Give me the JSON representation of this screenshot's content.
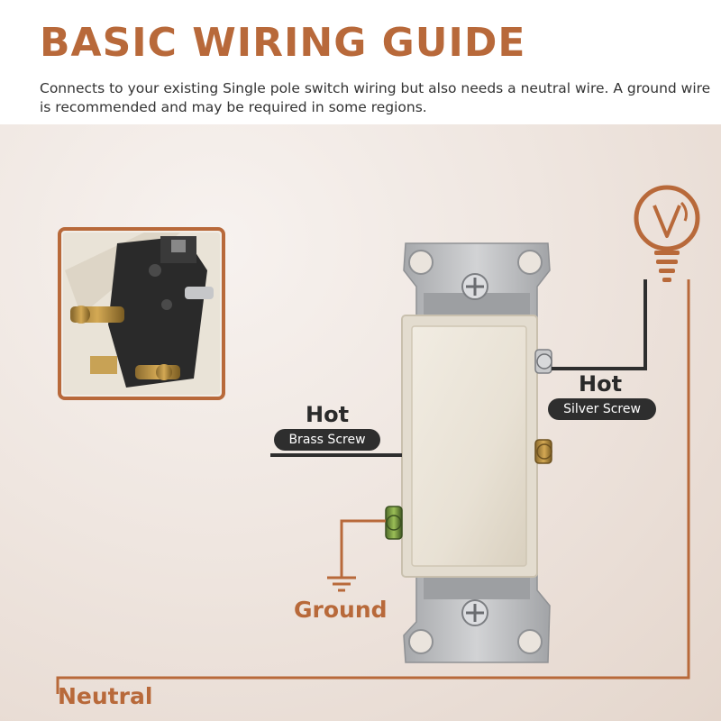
{
  "header": {
    "title": "BASIC WIRING GUIDE",
    "subtitle": "Connects to your existing Single pole switch wiring but also needs a neutral wire. A ground wire is recommended and may be required in some regions."
  },
  "labels": {
    "hot_left": "Hot",
    "brass_screw": "Brass Screw",
    "hot_right": "Hot",
    "silver_screw": "Silver Screw",
    "ground": "Ground",
    "neutral": "Neutral"
  },
  "colors": {
    "accent": "#b8693a",
    "wire_dark": "#2e2e2e",
    "pill_bg": "#2e2e2e",
    "switch_body": "#e8e1d4",
    "strap_metal": "#b9babc"
  },
  "icons": {
    "bulb": "light-bulb-icon",
    "ground": "ground-symbol-icon"
  }
}
